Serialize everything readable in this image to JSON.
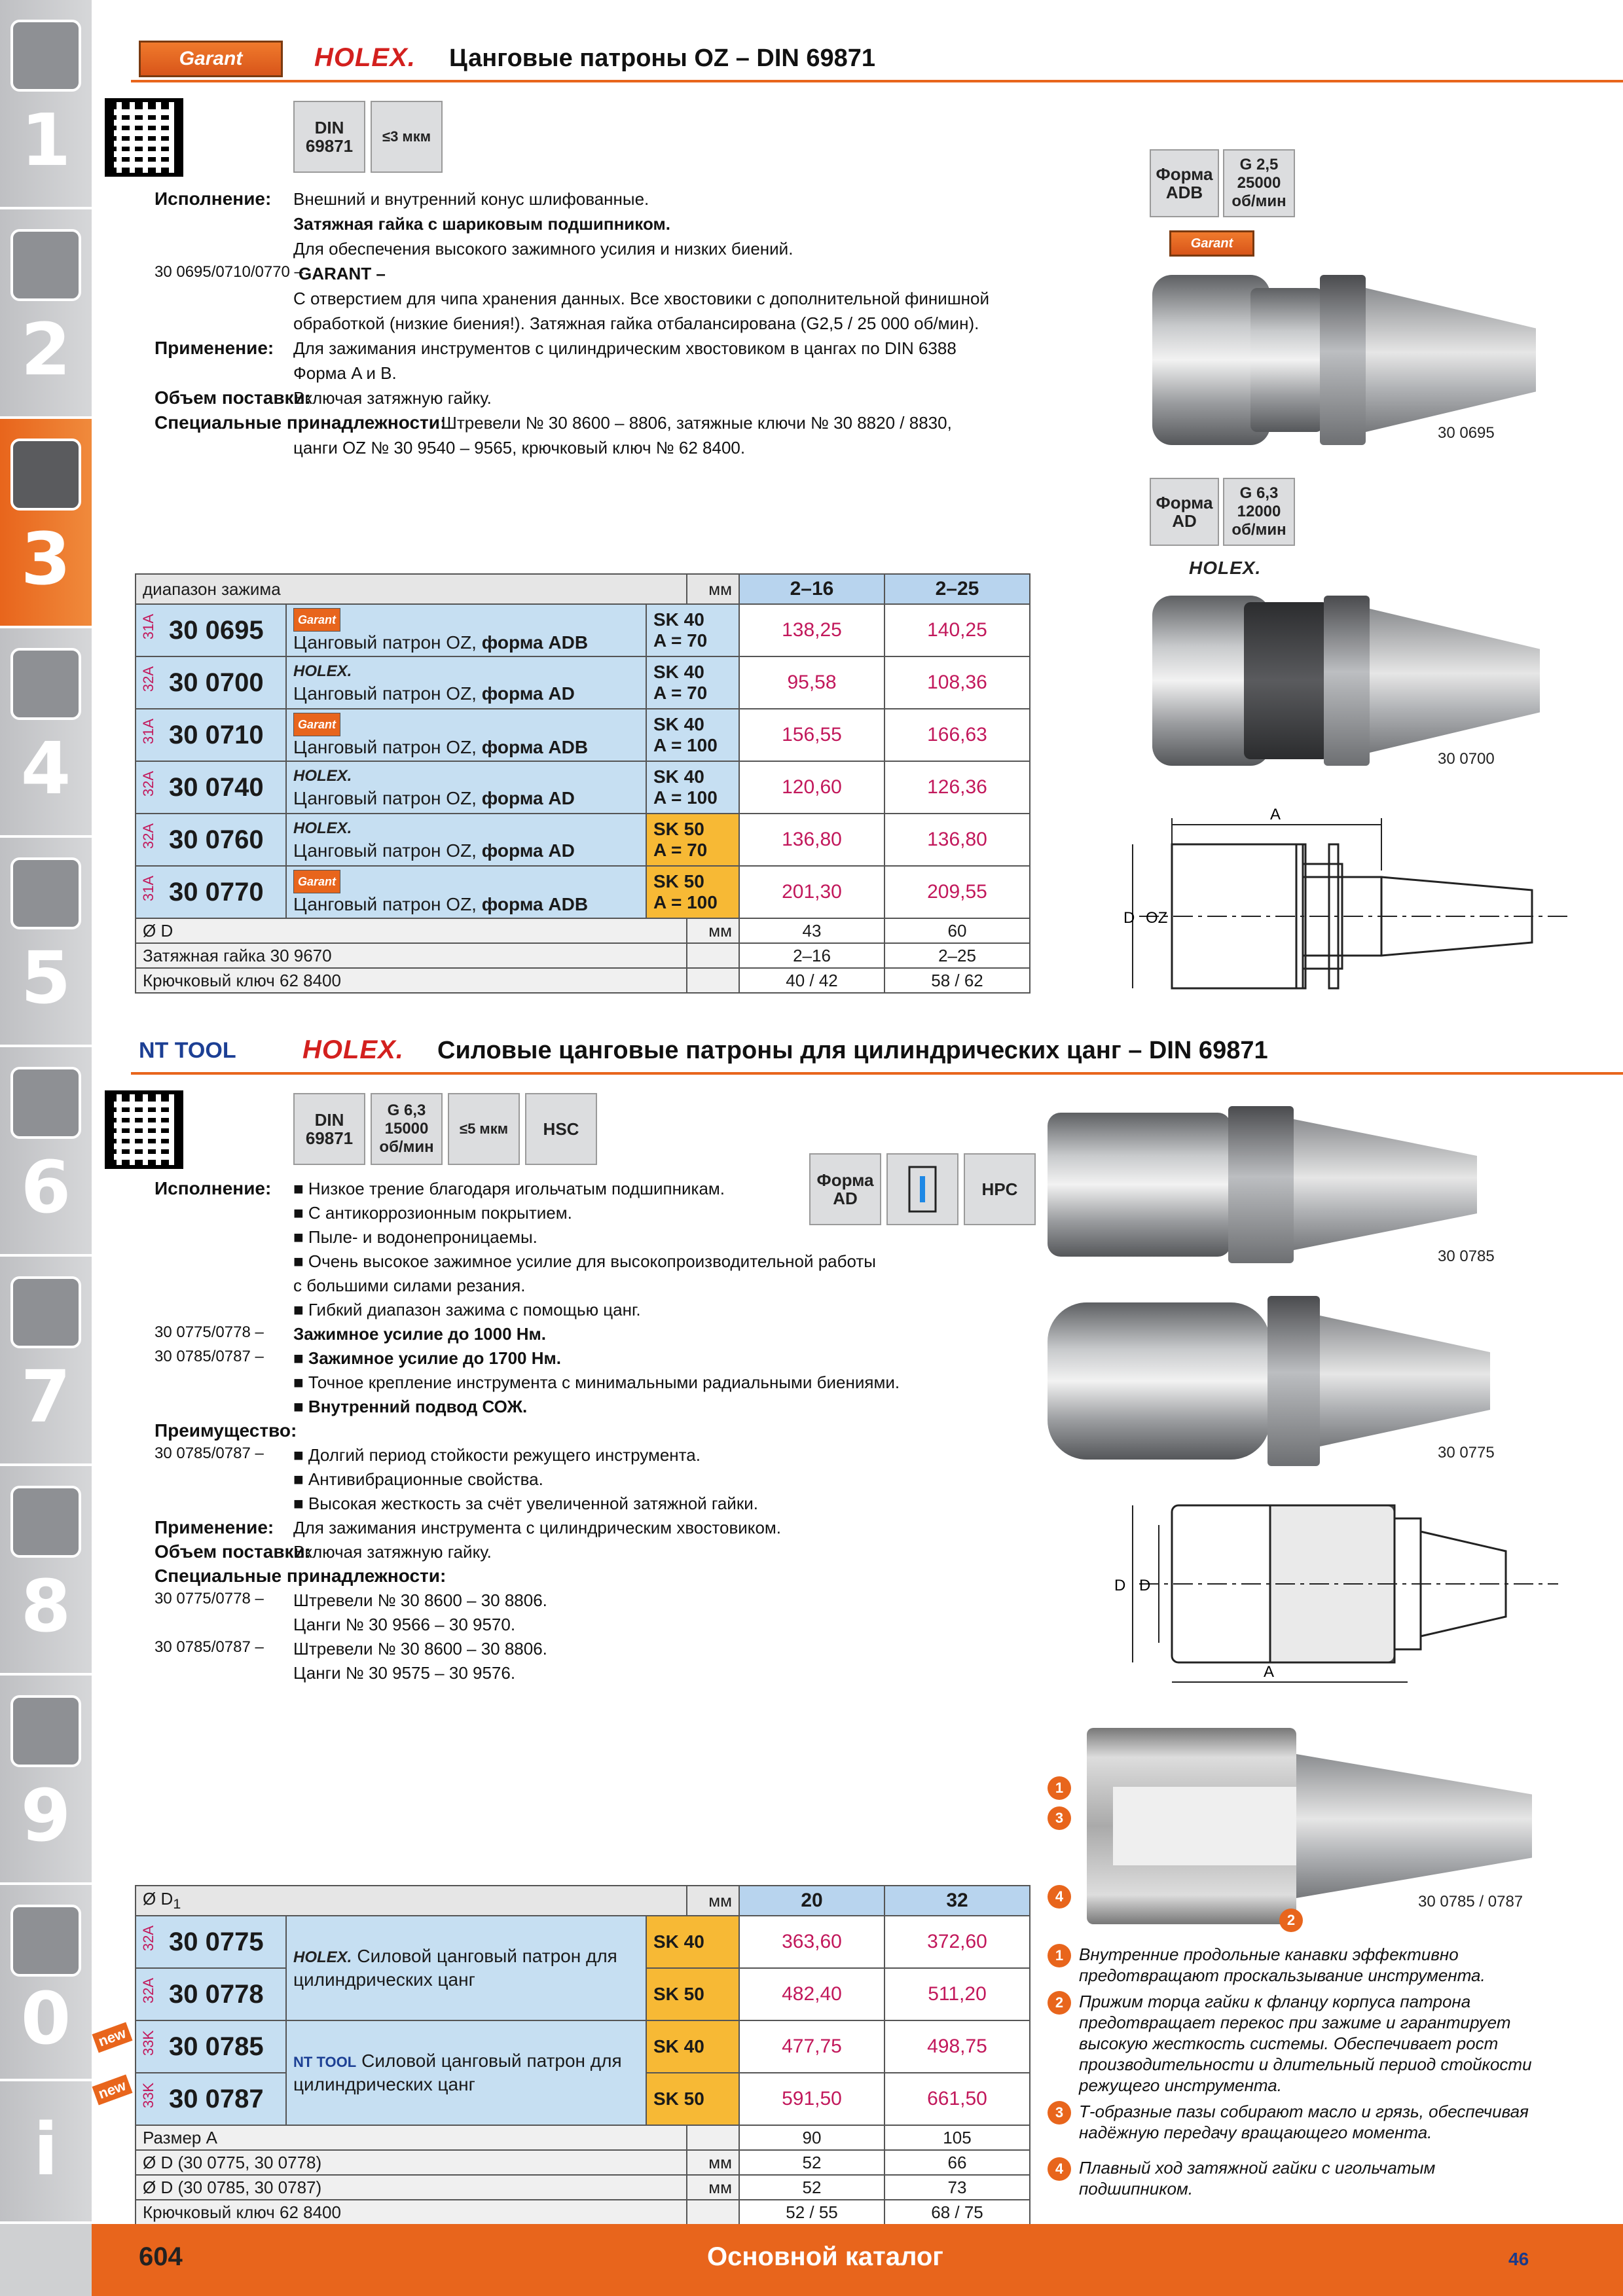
{
  "sidebar": {
    "numbers": [
      "1",
      "2",
      "3",
      "4",
      "5",
      "6",
      "7",
      "8",
      "9",
      "0",
      "i"
    ],
    "active": "3"
  },
  "section1": {
    "brand1": "Garant",
    "brand2": "HOLEX.",
    "title": "Цанговые патроны OZ – DIN 69871",
    "badge_din": "DIN 69871",
    "badge_runout": "≤3 мкм",
    "lines": [
      {
        "label": "Исполнение:",
        "text": "Внешний и внутренний конус шлифованные."
      },
      {
        "label": "",
        "text": "Затяжная гайка с шариковым подшипником.",
        "bold": true
      },
      {
        "label": "",
        "text": "Для обеспечения высокого зажимного усилия и низких биений."
      },
      {
        "label": "30 0695/0710/0770 –",
        "text": "GARANT –",
        "bold": true
      },
      {
        "label": "",
        "text": "С отверстием для чипа хранения данных. Все хвостовики с дополнительной финишной"
      },
      {
        "label": "",
        "text": "обработкой (низкие биения!). Затяжная гайка отбалансирована (G2,5 / 25 000 об/мин)."
      },
      {
        "label": "Применение:",
        "text": "Для зажимания инструментов с цилиндрическим хвостовиком в цангах по DIN 6388"
      },
      {
        "label": "",
        "text": "Форма A и B."
      },
      {
        "label": "Объем поставки:",
        "text": "Включая затяжную гайку."
      },
      {
        "label": "Специальные принадлежности:",
        "text": "Штревели № 30 8600 – 8806, затяжные ключи № 30 8820 / 8830,"
      },
      {
        "label": "",
        "text": "цанги OZ № 30 9540 – 9565, крючковый ключ № 62 8400."
      }
    ],
    "image1": {
      "form": "Форма ADB",
      "balance": "G 2,5 25000 об/мин",
      "brand": "Garant",
      "caption": "30 0695"
    },
    "image2": {
      "form": "Форма AD",
      "balance": "G 6,3 12000 об/мин",
      "brand": "HOLEX.",
      "caption": "30 0700"
    },
    "drawing_labels": {
      "a": "A",
      "d": "D",
      "oz": "OZ"
    },
    "table": {
      "head_label": "диапазон зажима",
      "head_unit": "мм",
      "cols": [
        "2–16",
        "2–25"
      ],
      "rows": [
        {
          "tag": "31A",
          "art": "30 0695",
          "brand": "Garant",
          "desc": "Цанговый патрон OZ, ",
          "form": "форма ADB",
          "sk": "SK 40",
          "a": "A = 70",
          "p1": "138,25",
          "p2": "140,25",
          "orange": false
        },
        {
          "tag": "32A",
          "art": "30 0700",
          "brand": "HOLEX.",
          "desc": "Цанговый патрон OZ, ",
          "form": "форма AD",
          "sk": "SK 40",
          "a": "A = 70",
          "p1": "95,58",
          "p2": "108,36",
          "orange": false
        },
        {
          "tag": "31A",
          "art": "30 0710",
          "brand": "Garant",
          "desc": "Цанговый патрон OZ, ",
          "form": "форма ADB",
          "sk": "SK 40",
          "a": "A = 100",
          "p1": "156,55",
          "p2": "166,63",
          "orange": false
        },
        {
          "tag": "32A",
          "art": "30 0740",
          "brand": "HOLEX.",
          "desc": "Цанговый патрон OZ, ",
          "form": "форма AD",
          "sk": "SK 40",
          "a": "A = 100",
          "p1": "120,60",
          "p2": "126,36",
          "orange": false
        },
        {
          "tag": "32A",
          "art": "30 0760",
          "brand": "HOLEX.",
          "desc": "Цанговый патрон OZ, ",
          "form": "форма AD",
          "sk": "SK 50",
          "a": "A = 70",
          "p1": "136,80",
          "p2": "136,80",
          "orange": true
        },
        {
          "tag": "31A",
          "art": "30 0770",
          "brand": "Garant",
          "desc": "Цанговый патрон OZ, ",
          "form": "форма ADB",
          "sk": "SK 50",
          "a": "A = 100",
          "p1": "201,30",
          "p2": "209,55",
          "orange": true
        }
      ],
      "specs": [
        {
          "label": "Ø D",
          "unit": "мм",
          "v1": "43",
          "v2": "60"
        },
        {
          "label": "Затяжная гайка 30 9670",
          "unit": "",
          "v1": "2–16",
          "v2": "2–25"
        },
        {
          "label": "Крючковый ключ 62 8400",
          "unit": "",
          "v1": "40 / 42",
          "v2": "58 / 62"
        }
      ]
    }
  },
  "section2": {
    "brand1": "NT TOOL",
    "brand2": "HOLEX.",
    "title": "Силовые цанговые патроны для цилиндрических цанг – DIN 69871",
    "badges": [
      "DIN 69871",
      "G 6,3 15000 об/мин",
      "≤5 мкм",
      "HSC"
    ],
    "badges2": [
      "Форма AD",
      "",
      "HPC"
    ],
    "lines": [
      {
        "label": "Исполнение:",
        "text": "■ Низкое трение благодаря игольчатым подшипникам."
      },
      {
        "label": "",
        "text": "■ С антикоррозионным покрытием."
      },
      {
        "label": "",
        "text": "■ Пыле- и водонепроницаемы."
      },
      {
        "label": "",
        "text": "■ Очень высокое зажимное усилие для высокопроизводительной работы"
      },
      {
        "label": "",
        "text": "   с большими силами резания."
      },
      {
        "label": "",
        "text": "■ Гибкий диапазон зажима с помощью цанг."
      },
      {
        "label": "30 0775/0778 –",
        "text": "Зажимное усилие до 1000 Нм.",
        "bold": true
      },
      {
        "label": "30 0785/0787 –",
        "text": "■ Зажимное усилие до 1700 Нм.",
        "bold": true
      },
      {
        "label": "",
        "text": "■ Точное крепление инструмента с минимальными радиальными биениями."
      },
      {
        "label": "",
        "text": "■ Внутренний подвод СОЖ.",
        "bold": true
      },
      {
        "label": "Преимущество:",
        "text": ""
      },
      {
        "label": "30 0785/0787 –",
        "text": "■ Долгий период стойкости режущего инструмента."
      },
      {
        "label": "",
        "text": "■ Антивибрационные свойства."
      },
      {
        "label": "",
        "text": "■ Высокая жесткость за счёт увеличенной затяжной гайки."
      },
      {
        "label": "Применение:",
        "text": "Для зажимания инструмента с цилиндрическим хвостовиком."
      },
      {
        "label": "Объем поставки:",
        "text": "Включая затяжную гайку."
      },
      {
        "label": "Специальные принадлежности:",
        "text": ""
      },
      {
        "label": "30 0775/0778 –",
        "text": "Штревели № 30 8600 – 30 8806."
      },
      {
        "label": "",
        "text": "Цанги № 30 9566 – 30 9570."
      },
      {
        "label": "30 0785/0787 –",
        "text": "Штревели № 30 8600 – 30 8806."
      },
      {
        "label": "",
        "text": "Цанги № 30 9575 – 30 9576."
      }
    ],
    "captions": [
      "30 0785",
      "30 0775",
      "30 0785 / 0787"
    ],
    "drawing_labels": {
      "d": "D",
      "d1": "D",
      "a": "A"
    },
    "callouts": [
      "1",
      "3",
      "4",
      "2"
    ],
    "notes": [
      {
        "n": "1",
        "text": "Внутренние продольные канавки эффективно предотвращают проскальзывание инструмента."
      },
      {
        "n": "2",
        "text": "Прижим торца гайки к фланцу корпуса патрона предотвращает перекос при зажиме и гарантирует высокую жесткость системы. Обеспечивает рост производительности и длительный период стойкости режущего инструмента."
      },
      {
        "n": "3",
        "text": "Т-образные пазы собирают масло и грязь, обеспечивая надёжную передачу вращающего момента."
      },
      {
        "n": "4",
        "text": "Плавный ход затяжной гайки с игольчатым подшипником."
      }
    ],
    "table": {
      "head_label": "Ø D",
      "head_sub": "1",
      "head_unit": "мм",
      "cols": [
        "20",
        "32"
      ],
      "rows": [
        {
          "tag": "32A",
          "art": "30 0775",
          "sk": "SK 40",
          "p1": "363,60",
          "p2": "372,60",
          "new": false
        },
        {
          "tag": "32A",
          "art": "30 0778",
          "sk": "SK 50",
          "p1": "482,40",
          "p2": "511,20",
          "new": false
        },
        {
          "tag": "33K",
          "art": "30 0785",
          "sk": "SK 40",
          "p1": "477,75",
          "p2": "498,75",
          "new": true
        },
        {
          "tag": "33K",
          "art": "30 0787",
          "sk": "SK 50",
          "p1": "591,50",
          "p2": "661,50",
          "new": true
        }
      ],
      "desc_holex": "Силовой цанговый патрон для цилиндрических цанг",
      "desc_nt": "Силовой цанговый патрон для цилиндрических цанг",
      "new_label": "new",
      "specs": [
        {
          "label": "Размер A",
          "unit": "",
          "v1": "90",
          "v2": "105"
        },
        {
          "label": "Ø D (30 0775, 30 0778)",
          "unit": "мм",
          "v1": "52",
          "v2": "66"
        },
        {
          "label": "Ø D (30 0785, 30 0787)",
          "unit": "мм",
          "v1": "52",
          "v2": "73"
        },
        {
          "label": "Крючковый ключ 62 8400",
          "unit": "",
          "v1": "52 / 55",
          "v2": "68 / 75"
        }
      ]
    }
  },
  "footer": {
    "page": "604",
    "title": "Основной каталог",
    "small": "46"
  },
  "colors": {
    "accent": "#e8651c",
    "price": "#c2185b",
    "table_blue": "#c6dff2",
    "sk50": "#f7b935"
  }
}
